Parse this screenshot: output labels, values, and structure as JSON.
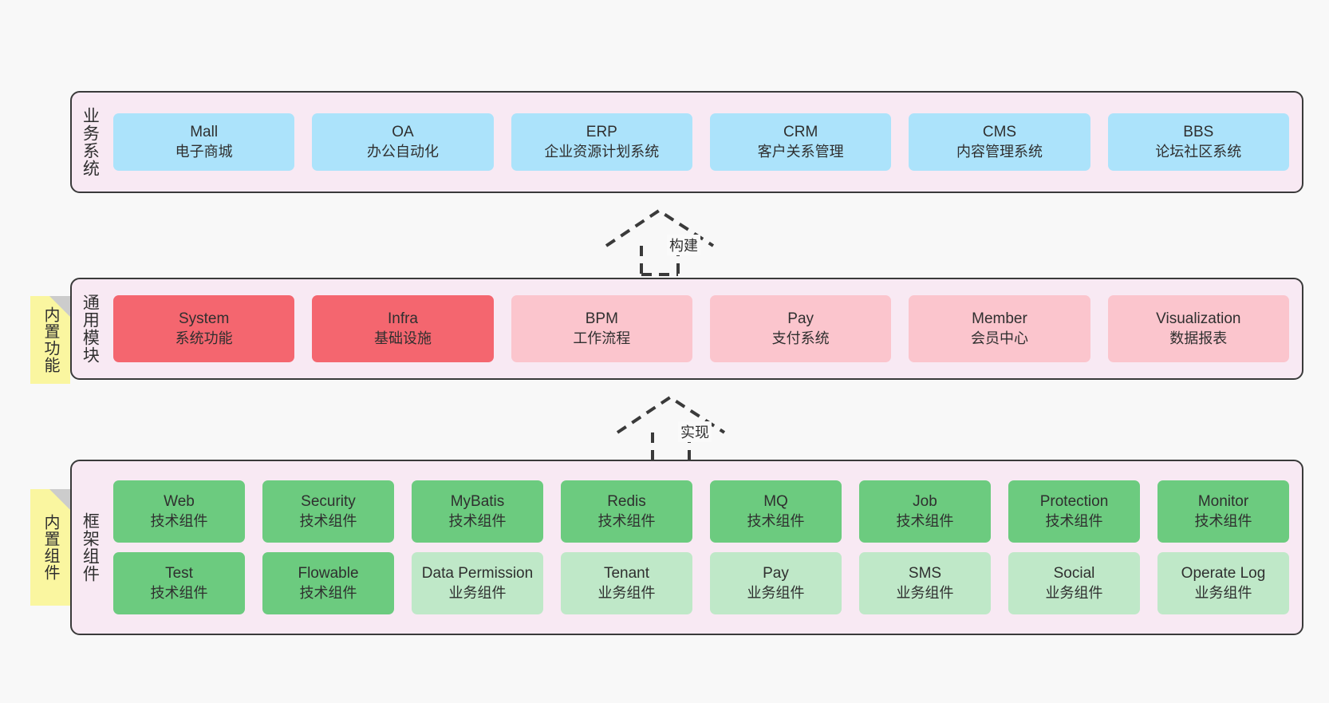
{
  "diagram": {
    "background_color": "#f8f8f8",
    "band_fill": "#f8e9f3",
    "band_border": "#3a3a3a",
    "note_fill": "#faf6a0",
    "note_fold": "#cccccc",
    "colors": {
      "business": "#ace3fb",
      "module_core": "#f4666f",
      "module_optional": "#fbc5cd",
      "framework_tech": "#6ccb7f",
      "framework_biz": "#bfe8c8"
    }
  },
  "layers": {
    "business": {
      "label": "业务系统",
      "cards": [
        {
          "en": "Mall",
          "cn": "电子商城",
          "color": "blue"
        },
        {
          "en": "OA",
          "cn": "办公自动化",
          "color": "blue"
        },
        {
          "en": "ERP",
          "cn": "企业资源计划系统",
          "color": "blue"
        },
        {
          "en": "CRM",
          "cn": "客户关系管理",
          "color": "blue"
        },
        {
          "en": "CMS",
          "cn": "内容管理系统",
          "color": "blue"
        },
        {
          "en": "BBS",
          "cn": "论坛社区系统",
          "color": "blue"
        }
      ]
    },
    "modules": {
      "label": "通用模块",
      "note": "内置功能",
      "cards": [
        {
          "en": "System",
          "cn": "系统功能",
          "color": "red"
        },
        {
          "en": "Infra",
          "cn": "基础设施",
          "color": "red"
        },
        {
          "en": "BPM",
          "cn": "工作流程",
          "color": "pink"
        },
        {
          "en": "Pay",
          "cn": "支付系统",
          "color": "pink"
        },
        {
          "en": "Member",
          "cn": "会员中心",
          "color": "pink"
        },
        {
          "en": "Visualization",
          "cn": "数据报表",
          "color": "pink"
        }
      ]
    },
    "framework": {
      "label": "框架组件",
      "note": "内置组件",
      "row1": [
        {
          "en": "Web",
          "cn": "技术组件",
          "color": "green"
        },
        {
          "en": "Security",
          "cn": "技术组件",
          "color": "green"
        },
        {
          "en": "MyBatis",
          "cn": "技术组件",
          "color": "green"
        },
        {
          "en": "Redis",
          "cn": "技术组件",
          "color": "green"
        },
        {
          "en": "MQ",
          "cn": "技术组件",
          "color": "green"
        },
        {
          "en": "Job",
          "cn": "技术组件",
          "color": "green"
        },
        {
          "en": "Protection",
          "cn": "技术组件",
          "color": "green"
        },
        {
          "en": "Monitor",
          "cn": "技术组件",
          "color": "green"
        }
      ],
      "row2": [
        {
          "en": "Test",
          "cn": "技术组件",
          "color": "green"
        },
        {
          "en": "Flowable",
          "cn": "技术组件",
          "color": "green"
        },
        {
          "en": "Data Permission",
          "cn": "业务组件",
          "color": "greenpale"
        },
        {
          "en": "Tenant",
          "cn": "业务组件",
          "color": "greenpale"
        },
        {
          "en": "Pay",
          "cn": "业务组件",
          "color": "greenpale"
        },
        {
          "en": "SMS",
          "cn": "业务组件",
          "color": "greenpale"
        },
        {
          "en": "Social",
          "cn": "业务组件",
          "color": "greenpale"
        },
        {
          "en": "Operate Log",
          "cn": "业务组件",
          "color": "greenpale"
        }
      ]
    }
  },
  "connectors": [
    {
      "id": "build",
      "label": "构建"
    },
    {
      "id": "impl",
      "label": "实现"
    }
  ]
}
